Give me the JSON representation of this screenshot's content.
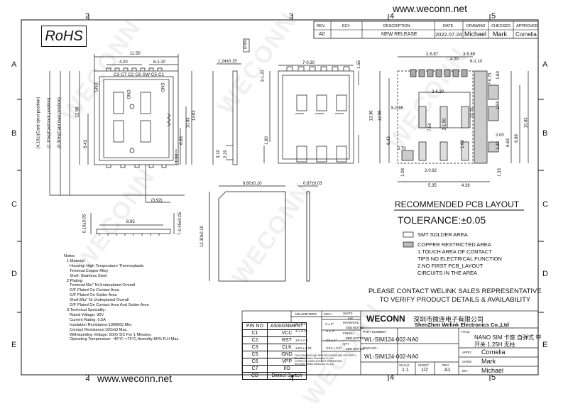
{
  "watermark": "WECONN",
  "rohs": "RoHS",
  "website": "www.weconn.net",
  "zones": {
    "top": [
      "2",
      "3",
      "4",
      "5"
    ],
    "left": [
      "A",
      "B",
      "C",
      "D",
      "E"
    ],
    "right": [
      "A",
      "B",
      "C",
      "D",
      "E"
    ],
    "bottom": [
      "2",
      "3",
      "4",
      "5"
    ]
  },
  "revision_table": {
    "headers": [
      "REV.",
      "EC#",
      "DESCRIPTION",
      "DATE",
      "DRAWING",
      "CHECKED",
      "APPROVED"
    ],
    "row": [
      "A0",
      "",
      "NEW RELEASE",
      "2022.07.24",
      "Michael",
      "Mark",
      "Cornelia"
    ]
  },
  "top_view_dims": {
    "overall_width": "11.50",
    "pitch_a": "4.20",
    "pitch_b": "6-1.10",
    "contact_labels": "C3 C7 C2 C6 SW C5 C1",
    "gnd": "GND",
    "height_a": "13.63",
    "height_b": "10.83",
    "height_c": "6.63",
    "height_d": "1.33",
    "left_a": "12.56",
    "left_b": "6.43",
    "eject_label": "(4.10±)(Card eject position)",
    "lock_label": "(1.10±)(Card lock position)",
    "over_label": "(0.30±)(Card over position)",
    "bottom_small": "(0.92)",
    "thickness": "1.24±0.15",
    "small_box": "(0.80)"
  },
  "side_view_dims": {
    "width": "8.95",
    "thickness": "0.10±0.05",
    "tail": "7-0.45±0.05"
  },
  "card_dims": {
    "width": "8.80±0.10",
    "height": "12.30±0.10",
    "thick": "0.67±0.03"
  },
  "mid_view_dims": {
    "pitch": "7-0.30",
    "h1": "3-1.20",
    "h2": "1.55",
    "h3": "1.60",
    "h4": "3.10",
    "h5": "2.20"
  },
  "pcb_dims": {
    "top_a": "2-5.87",
    "top_b": "3-5.89",
    "top_c": "4.20",
    "top_d": "6-1.10",
    "pitch": "7-0.75",
    "spacing": "2-6.20",
    "left_w": "5-0.85",
    "h_left": "13.36",
    "h_left2": "12.56",
    "h_center": "13.70",
    "h_center2": "7.50",
    "h_center3": "2-1.50",
    "h_pad": "1.68",
    "h_right": "10.83",
    "h_right2": "6.88",
    "h_right3": "6.63",
    "pad_a": "1.60",
    "pad_b": "1.60",
    "pad_c": "1.20",
    "left_small": "0.70",
    "left_small2": "6.43",
    "bottom_a": "2-0.92",
    "bottom_b": "5.35",
    "bottom_c": "4.36",
    "bottom_d": "1.08",
    "bottom_e": "1.33",
    "mid_w": "2.00"
  },
  "pcb_section": {
    "title": "RECOMMENDED PCB LAYOUT",
    "tolerance": "TOLERANCE:±0.05",
    "legend_smt": "SMT SOLDER AREA",
    "legend_copper": "COPPER RESTRICTED AREA",
    "legend_notes": [
      "1.TOUCH AREA OF CONTACT",
      "TIPS NO ELECTRICAL FUNCTION",
      "2.NO FIRST PCB_LAYOUT",
      "CIRCUITS IN THE AREA"
    ]
  },
  "contact_notice": [
    "PLEASE CONTACT WELINK SALES REPRESENTATIVE",
    "TO VERIFY PRODUCT DETAILS & AVAILABILITY"
  ],
  "notes": [
    "Notes:",
    "1.Material:",
    "Housing: High Temperature Thermoplastic",
    "Terminal:Copper Alloy",
    "Shell: Stainless Steel",
    "2.Plating:",
    "Terminal:50u\" Ni Underplated Overall",
    "G/F Plated On Contact Area",
    "G/F Plated On Solder Area",
    "Shell:30u\" Ni Underplated Overall",
    "G/F Plated On Contact Area And Solder Area",
    "3.Technical Speciality:",
    "Rated Voltage: 30V",
    "Current Rating: 0.5A",
    "Insulation Resistance:1000MΩ Min.",
    "Contact Resistance:100mΩ Max.",
    "Withstanding Voltage: 500V DC For 1 Minutes.",
    "Operating Temperature: -40°C~+75°C,Humidity 80% R.H Max."
  ],
  "pin_table": {
    "headers": [
      "PIN NO",
      "ASSIGNMENT"
    ],
    "rows": [
      [
        "C1",
        "VCC"
      ],
      [
        "C2",
        "RST"
      ],
      [
        "C3",
        "CLK"
      ],
      [
        "C5",
        "GND"
      ],
      [
        "C6",
        "VPP"
      ],
      [
        "C7",
        "I/O"
      ],
      [
        "CD",
        "Detect Switch"
      ]
    ]
  },
  "tolerance_table": {
    "col_mm": "MILLIMETERS",
    "col_inch": "INCH",
    "mm": [
      ".X ± 0.2",
      ".X ± 0.15",
      ".XX ± 0.1",
      ".XXX ± 0.01"
    ],
    "deg": [
      "X ± 5°",
      ".X ± 2°",
      ".XX ± 1°",
      ".XXX ± 0.5°"
    ],
    "units_label": "UNITS",
    "units_val": "mm",
    "material_label": "MATERIAL",
    "material_val": "SEE NOTES",
    "finish_label": "FINISH",
    "finish_val": "SEE NOTES",
    "qty_label": "QTY",
    "qty_val": "SEE NOTES",
    "disclaimer": [
      "THIS DRAWING AND SPECIFICATIONS ARE PROPERTY",
      "ShenZhen Welink Electronics Co.,Ltd",
      "COPIED OR USED WITHOUT PERMISSION",
      "ShenZhen Welink Electronics Co.,Ltd"
    ]
  },
  "title_block": {
    "company_logo": "WECONN",
    "company_cn": "深圳市微连电子有限公司",
    "company_en": "ShenZhen Welink Electronics Co.,Ltd",
    "part_number_label": "PART NUMBER:",
    "part_number": "WL-SIM124-002-NA0",
    "title_label": "TITLE:",
    "title_line1": "NANO SIM 卡座 自弹式 带",
    "title_line2": "开关 1.25H 无柱",
    "dwg_label": "DWG NO.:",
    "dwg_no": "WL-SIM124-002-NA0",
    "appd_label": "APPD:",
    "appd": "Cornelia",
    "chkd_label": "CHKD:",
    "chkd": "Mark",
    "dr_label": "DR:",
    "dr": "Michael",
    "scale_label": "SCALE",
    "scale": "1:1",
    "sheet_label": "SHEET",
    "sheet": "1/2",
    "rev_label": "REV",
    "rev": "A1"
  }
}
